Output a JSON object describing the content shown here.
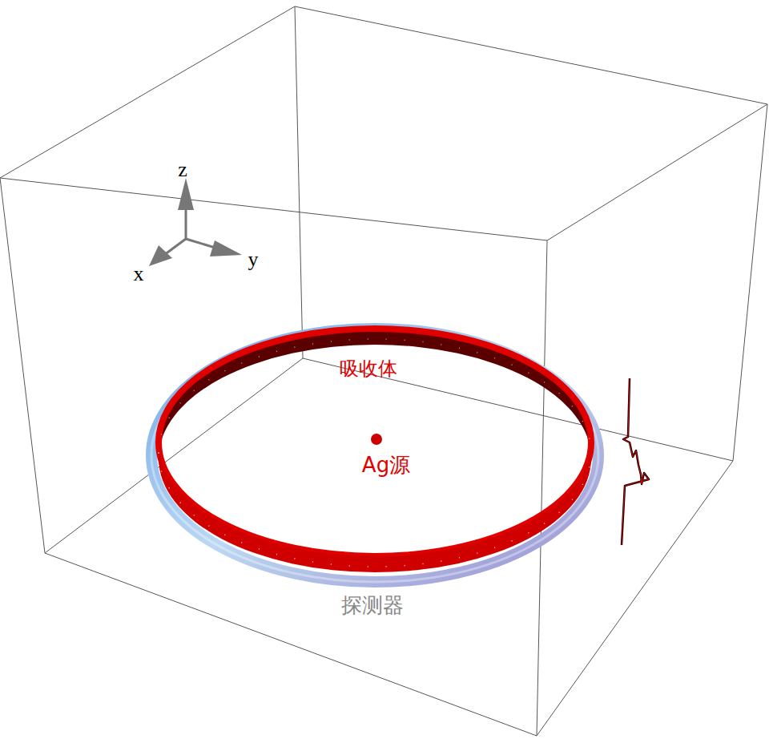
{
  "diagram": {
    "labels": [
      "z",
      "x",
      "y",
      "吸收体",
      "Ag源",
      "探测器"
    ]
  }
}
